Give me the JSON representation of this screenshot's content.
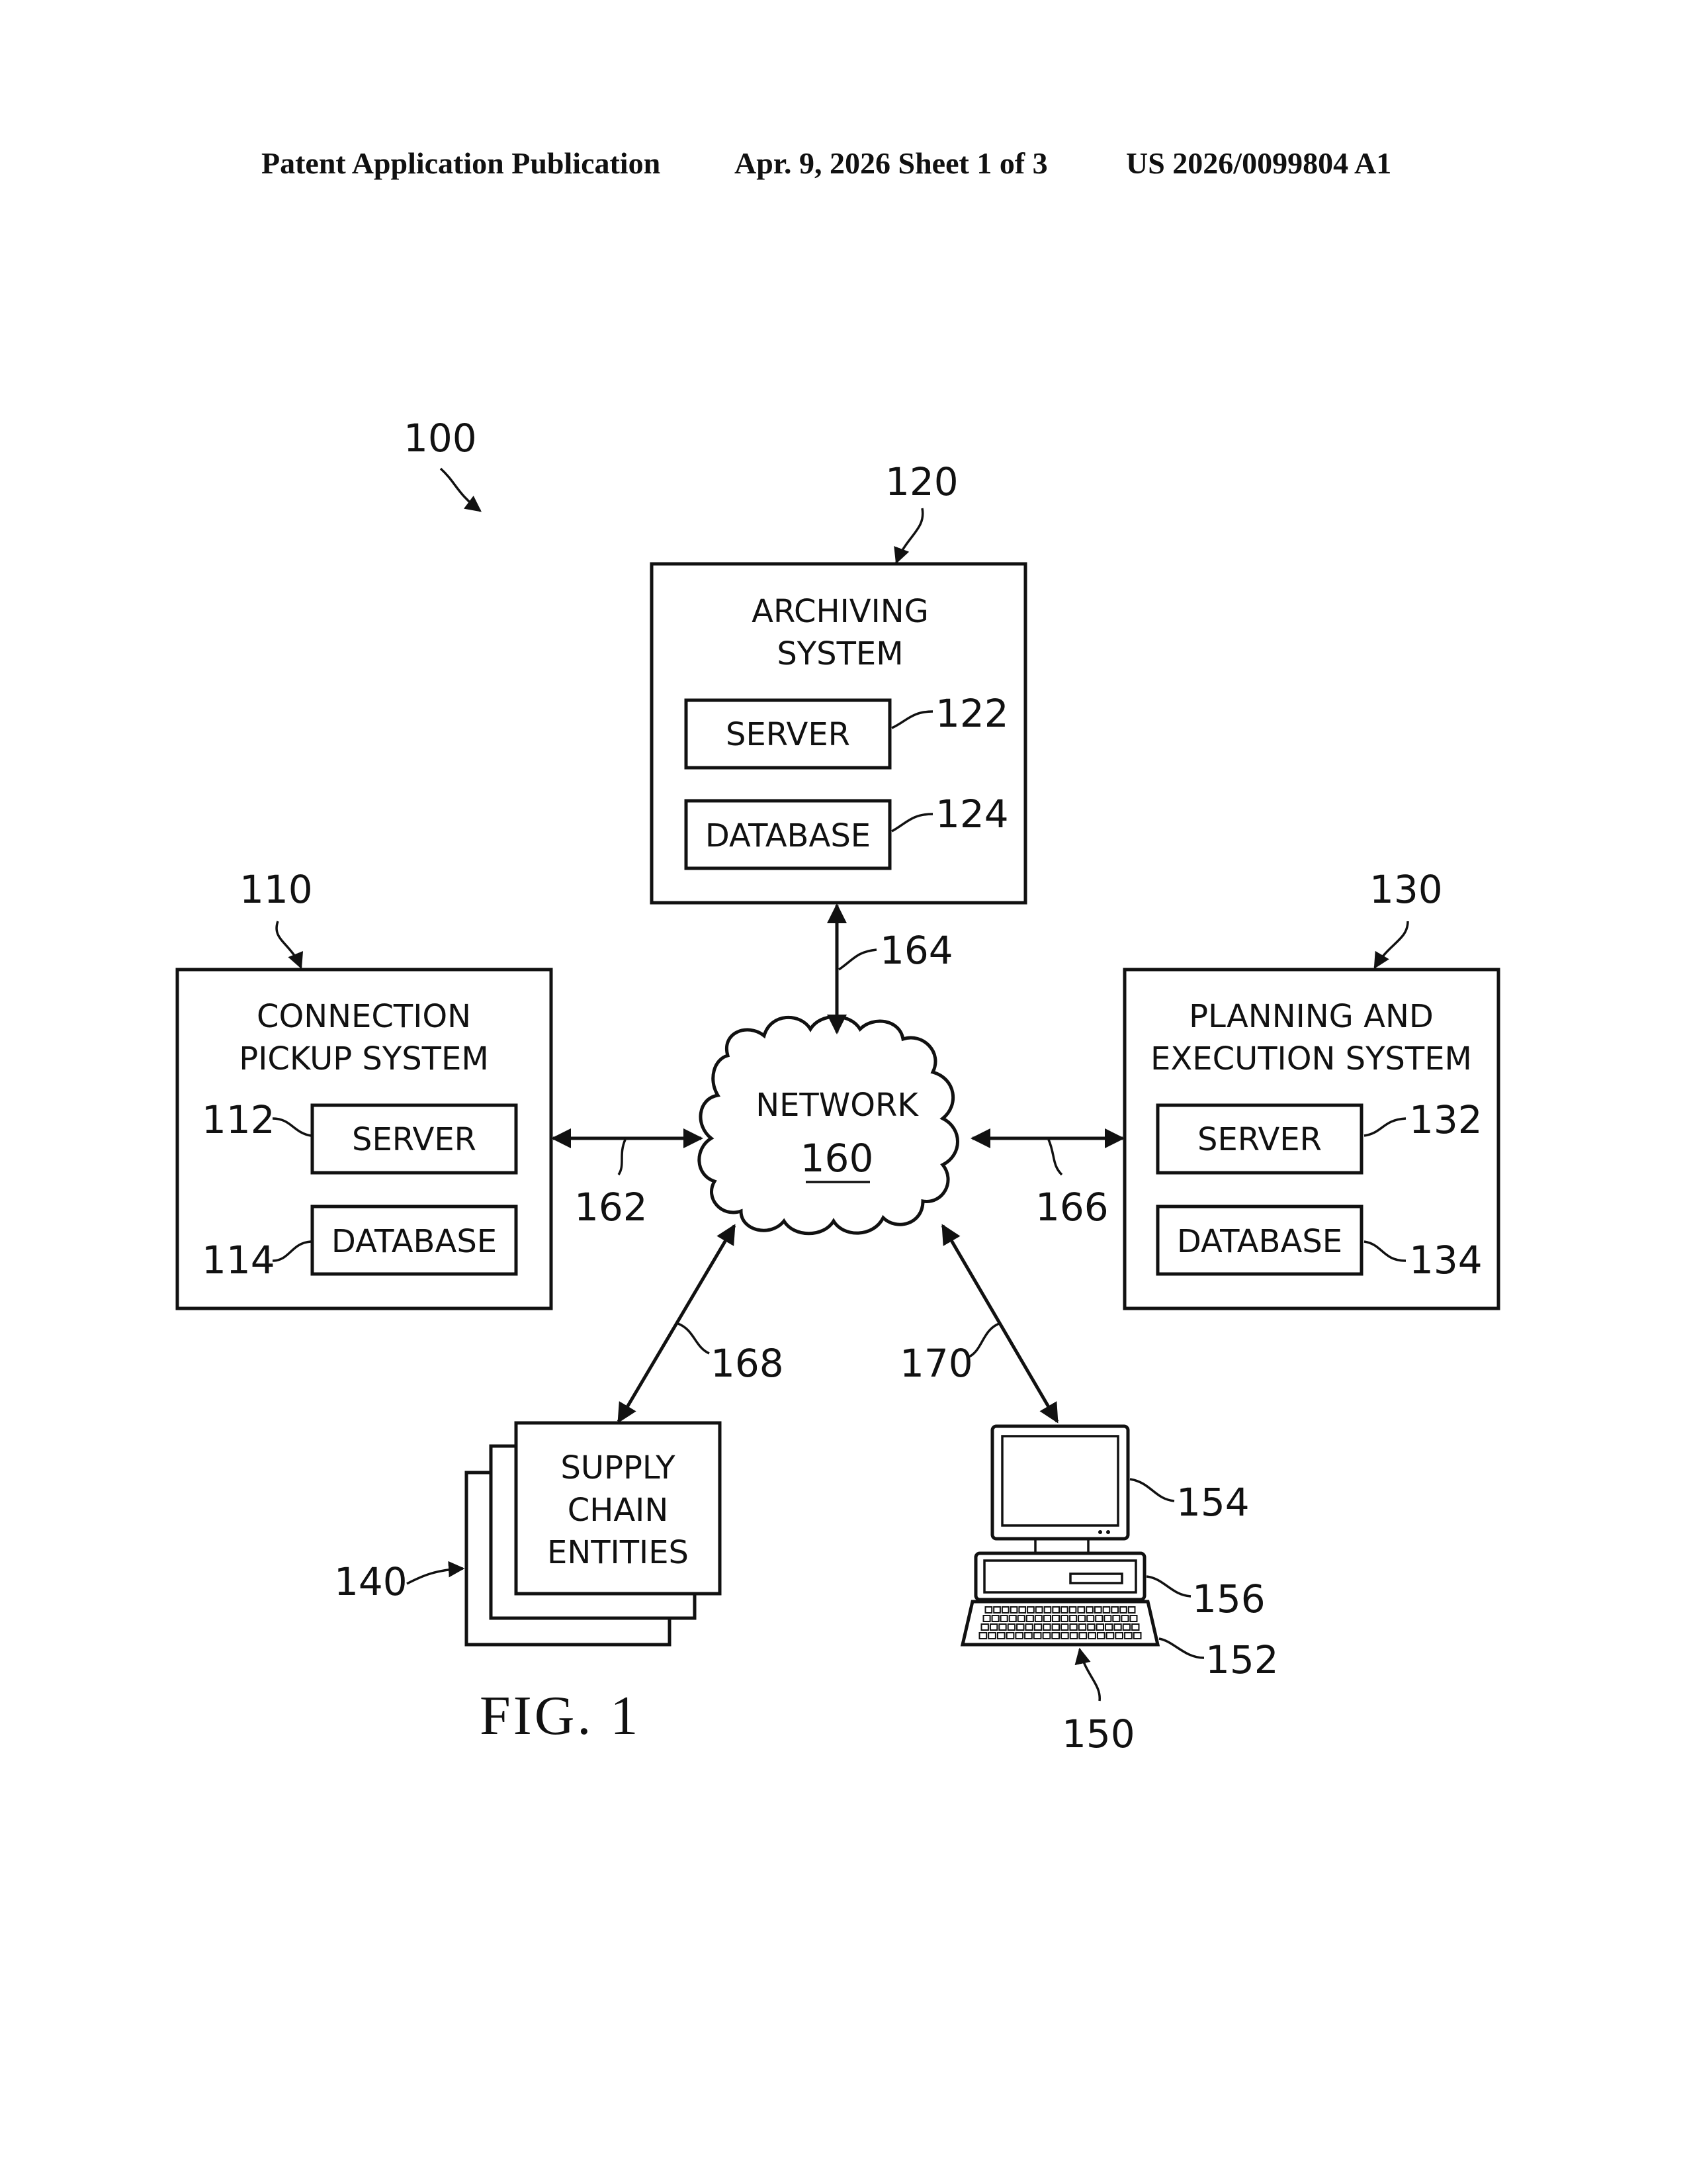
{
  "header": {
    "publication": "Patent Application Publication",
    "date_sheet": "Apr. 9, 2026  Sheet 1 of 3",
    "number": "US 2026/0099804 A1"
  },
  "figure_label": "FIG. 1",
  "system_ref": "100",
  "archiving": {
    "ref": "120",
    "title_line1": "ARCHIVING",
    "title_line2": "SYSTEM",
    "server": "SERVER",
    "server_ref": "122",
    "database": "DATABASE",
    "database_ref": "124"
  },
  "connection": {
    "ref": "110",
    "title_line1": "CONNECTION",
    "title_line2": "PICKUP SYSTEM",
    "server": "SERVER",
    "server_ref": "112",
    "database": "DATABASE",
    "database_ref": "114"
  },
  "planning": {
    "ref": "130",
    "title_line1": "PLANNING AND",
    "title_line2": "EXECUTION SYSTEM",
    "server": "SERVER",
    "server_ref": "132",
    "database": "DATABASE",
    "database_ref": "134"
  },
  "network": {
    "label": "NETWORK",
    "ref": "160"
  },
  "links": {
    "l162": "162",
    "l164": "164",
    "l166": "166",
    "l168": "168",
    "l170": "170"
  },
  "supply": {
    "ref": "140",
    "line1": "SUPPLY",
    "line2": "CHAIN",
    "line3": "ENTITIES"
  },
  "computer": {
    "ref": "150",
    "monitor_ref": "154",
    "unit_ref": "156",
    "keyboard_ref": "152"
  }
}
